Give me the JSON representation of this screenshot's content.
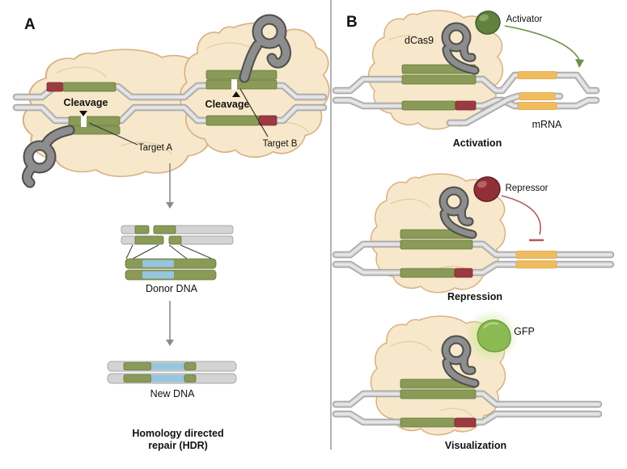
{
  "figure": {
    "panel_a": {
      "label": "A",
      "cleavage_left": "Cleavage",
      "cleavage_right": "Cleavage",
      "target_a": "Target A",
      "target_b": "Target B",
      "donor_dna": "Donor DNA",
      "new_dna": "New DNA",
      "caption_line1": "Homology directed",
      "caption_line2": "repair (HDR)"
    },
    "panel_b": {
      "label": "B",
      "dcas9": "dCas9",
      "activator": "Activator",
      "mrna": "mRNA",
      "activation_caption": "Activation",
      "repressor": "Repressor",
      "repression_caption": "Repression",
      "gfp": "GFP",
      "visualization_caption": "Visualization"
    }
  },
  "colors": {
    "protein_fill": "#f7e8cb",
    "protein_outline": "#d9b183",
    "dna_gray": "#d4d4d4",
    "dna_outline": "#a5a5a5",
    "sgrna_gray": "#8d8d8d",
    "sgrna_dark": "#4e4e4e",
    "guide_green": "#8a9a57",
    "pam_red": "#9c3a41",
    "donor_blue": "#96c6de",
    "activation_orange": "#f0bc5e",
    "activator_green": "#62803f",
    "repressor_red": "#8e3036",
    "gfp_green": "#8cba52",
    "gfp_glow": "#cfe79b",
    "arrow_gray": "#8a8a8a",
    "text_black": "#111111"
  }
}
